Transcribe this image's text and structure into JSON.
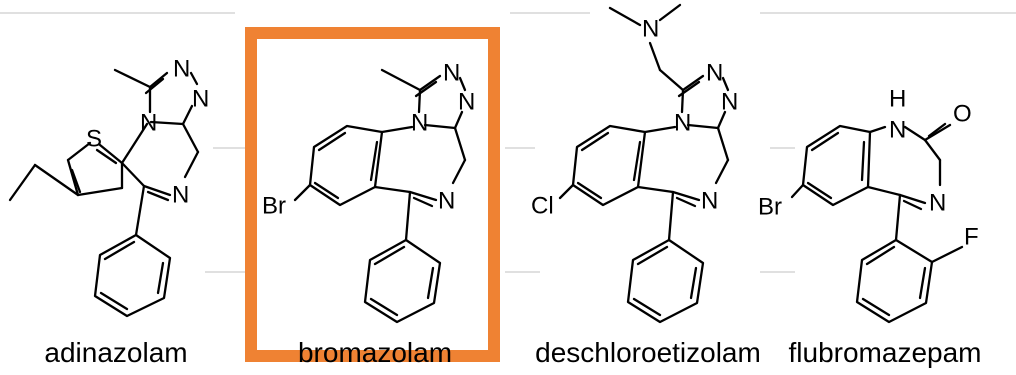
{
  "highlight_color": "#ef8233",
  "guide_color": "#e0e0e0",
  "compounds": [
    {
      "name": "adinazolam",
      "highlighted": false,
      "atoms": {
        "n1": "N",
        "n2": "N",
        "n3": "N",
        "n4": "N",
        "s": "S"
      }
    },
    {
      "name": "bromazolam",
      "highlighted": true,
      "atoms": {
        "n1": "N",
        "n2": "N",
        "n3": "N",
        "n4": "N",
        "halogen": "Br"
      }
    },
    {
      "name": "deschloroetizolam",
      "highlighted": false,
      "atoms": {
        "n1": "N",
        "n2": "N",
        "n3": "N",
        "n4": "N",
        "amine": "N",
        "halogen": "Cl"
      }
    },
    {
      "name": "flubromazepam",
      "highlighted": false,
      "atoms": {
        "nh": "N",
        "h": "H",
        "o": "O",
        "n4": "N",
        "halogen": "Br",
        "f": "F"
      }
    }
  ]
}
